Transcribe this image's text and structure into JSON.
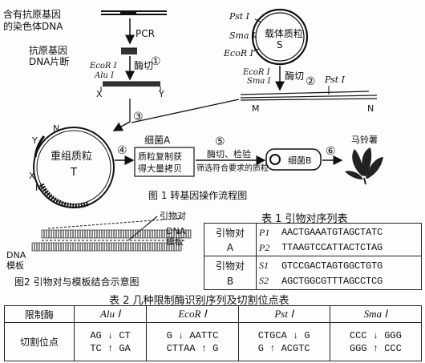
{
  "figure1": {
    "chrom_label_1": "含有抗原基因",
    "chrom_label_2": "的染色体DNA",
    "pcr": "PCR",
    "frag_label_1": "抗原基因",
    "frag_label_2": "DNA片断",
    "ecori": "EcoR Ⅰ",
    "alui": "Alu Ⅰ",
    "enzyme_cut": "酶切",
    "step1": "①",
    "x_label": "X",
    "y_label": "Y",
    "pst_top": "Pst Ⅰ",
    "sma_top": "Sma Ⅰ",
    "ecor_top": "EcoR Ⅰ",
    "vector_line1": "载体质粒",
    "vector_line2": "S",
    "ecor_mid": "EcoR Ⅰ",
    "sma_mid": "Sma Ⅰ",
    "enzyme_cut2": "酶切",
    "step2": "②",
    "pst_lin": "Pst Ⅰ",
    "m_label": "M",
    "n_label": "N",
    "step3": "③",
    "recomb_n": "N",
    "recomb_y": "Y",
    "recomb_x": "X",
    "recomb_m": "M",
    "recomb_name": "重组质粒",
    "recomb_t": "T",
    "step4": "④",
    "bacteria_a": "细菌A",
    "box1_line1": "质粒复制获",
    "box1_line2": "得大量拷贝",
    "step5": "⑤",
    "enzyme_check": "酶切、检验",
    "screen": "筛选符合要求的质粒",
    "bacteria_b": "细菌B",
    "step6": "⑥",
    "potato": "马铃薯",
    "caption": "图 1  转基因操作流程图"
  },
  "figure2": {
    "primer_pair": "引物对",
    "dna_1": "DNA",
    "template_1": "模板",
    "dna_2": "DNA",
    "template_2": "模板",
    "caption": "图2  引物对与模板结合示意图"
  },
  "table1": {
    "title": "表 1   引物对序列表",
    "rows": [
      {
        "pair": "引物对",
        "id": "P1",
        "seq": "AACTGAAATGTAGCTATC"
      },
      {
        "pair": "A",
        "id": "P2",
        "seq": "TTAAGTCCATTACTCTAG"
      },
      {
        "pair": "引物对",
        "id": "S1",
        "seq": "GTCCGACTAGTGGCTGTG"
      },
      {
        "pair": "B",
        "id": "S2",
        "seq": "AGCTGGCGTTTAGCCTCG"
      }
    ]
  },
  "table2": {
    "title": "表 2    几种限制酶识别序列及切割位点表",
    "header_label": "限制酶",
    "enzymes": [
      "Alu Ⅰ",
      "EcoR Ⅰ",
      "Pst Ⅰ",
      "Sma Ⅰ"
    ],
    "row_label": "切割位点",
    "sites_top": [
      "AG ↓ CT",
      "G ↓ AATTC",
      "CTGCA ↓ G",
      "CCC ↓ GGG"
    ],
    "sites_bottom": [
      "TC ↑ GA",
      "CTTAA ↑ G",
      "G ↑ ACGTC",
      "GGG ↑ CCC"
    ]
  }
}
